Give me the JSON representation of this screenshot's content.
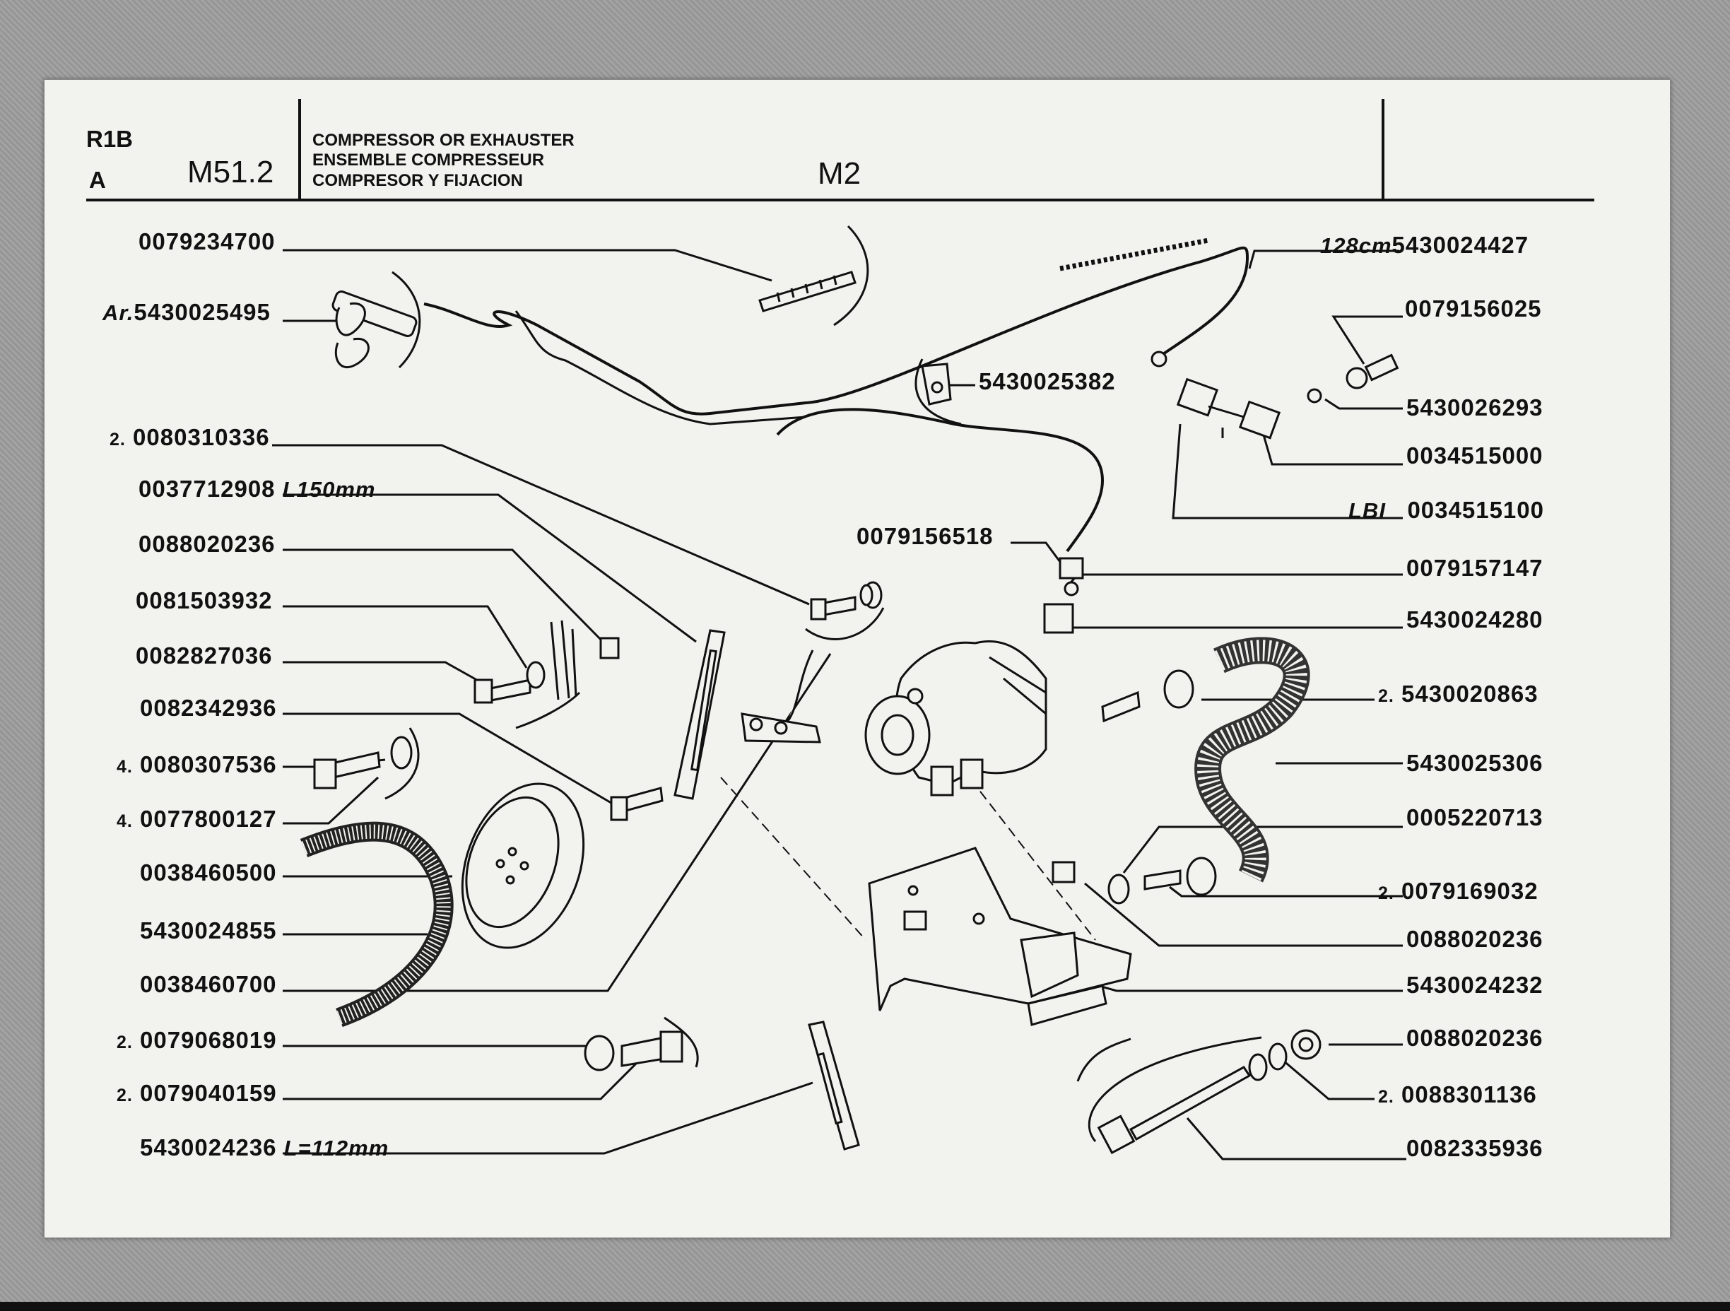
{
  "header": {
    "model": "R1B",
    "variant": "A",
    "section_code": "M51.2",
    "titles": [
      "COMPRESSOR OR EXHAUSTER",
      "ENSEMBLE COMPRESSEUR",
      "COMPRESOR Y FIJACION"
    ],
    "group": "M2"
  },
  "left_labels": [
    {
      "qty": "",
      "prefix": "",
      "code": "0079234700",
      "note": ""
    },
    {
      "qty": "",
      "prefix": "Ar.",
      "code": "5430025495",
      "note": ""
    },
    {
      "qty": "2.",
      "prefix": "",
      "code": "0080310336",
      "note": ""
    },
    {
      "qty": "",
      "prefix": "",
      "code": "0037712908",
      "note": "L150mm"
    },
    {
      "qty": "",
      "prefix": "",
      "code": "0088020236",
      "note": ""
    },
    {
      "qty": "",
      "prefix": "",
      "code": "0081503932",
      "note": ""
    },
    {
      "qty": "",
      "prefix": "",
      "code": "0082827036",
      "note": ""
    },
    {
      "qty": "",
      "prefix": "",
      "code": "0082342936",
      "note": ""
    },
    {
      "qty": "4.",
      "prefix": "",
      "code": "0080307536",
      "note": ""
    },
    {
      "qty": "4.",
      "prefix": "",
      "code": "0077800127",
      "note": ""
    },
    {
      "qty": "",
      "prefix": "",
      "code": "0038460500",
      "note": ""
    },
    {
      "qty": "",
      "prefix": "",
      "code": "5430024855",
      "note": ""
    },
    {
      "qty": "",
      "prefix": "",
      "code": "0038460700",
      "note": ""
    },
    {
      "qty": "2.",
      "prefix": "",
      "code": "0079068019",
      "note": ""
    },
    {
      "qty": "2.",
      "prefix": "",
      "code": "0079040159",
      "note": ""
    },
    {
      "qty": "",
      "prefix": "",
      "code": "5430024236",
      "note": "L=112mm"
    }
  ],
  "right_labels": [
    {
      "qty": "",
      "note": "128cm",
      "code": "5430024427"
    },
    {
      "qty": "",
      "note": "",
      "code": "0079156025"
    },
    {
      "qty": "",
      "note": "",
      "code": "5430026293"
    },
    {
      "qty": "",
      "note": "",
      "code": "0034515000"
    },
    {
      "qty": "",
      "note": "LBI",
      "code": "0034515100"
    },
    {
      "qty": "",
      "note": "",
      "code": "0079157147"
    },
    {
      "qty": "",
      "note": "",
      "code": "5430024280"
    },
    {
      "qty": "2.",
      "note": "",
      "code": "5430020863"
    },
    {
      "qty": "",
      "note": "",
      "code": "5430025306"
    },
    {
      "qty": "",
      "note": "",
      "code": "0005220713"
    },
    {
      "qty": "2.",
      "note": "",
      "code": "0079169032"
    },
    {
      "qty": "",
      "note": "",
      "code": "0088020236"
    },
    {
      "qty": "",
      "note": "",
      "code": "5430024232"
    },
    {
      "qty": "",
      "note": "",
      "code": "0088020236"
    },
    {
      "qty": "2.",
      "note": "",
      "code": "0088301136"
    },
    {
      "qty": "",
      "note": "",
      "code": "0082335936"
    }
  ],
  "center_labels": [
    {
      "code": "5430025382"
    },
    {
      "code": "0079156518"
    }
  ]
}
